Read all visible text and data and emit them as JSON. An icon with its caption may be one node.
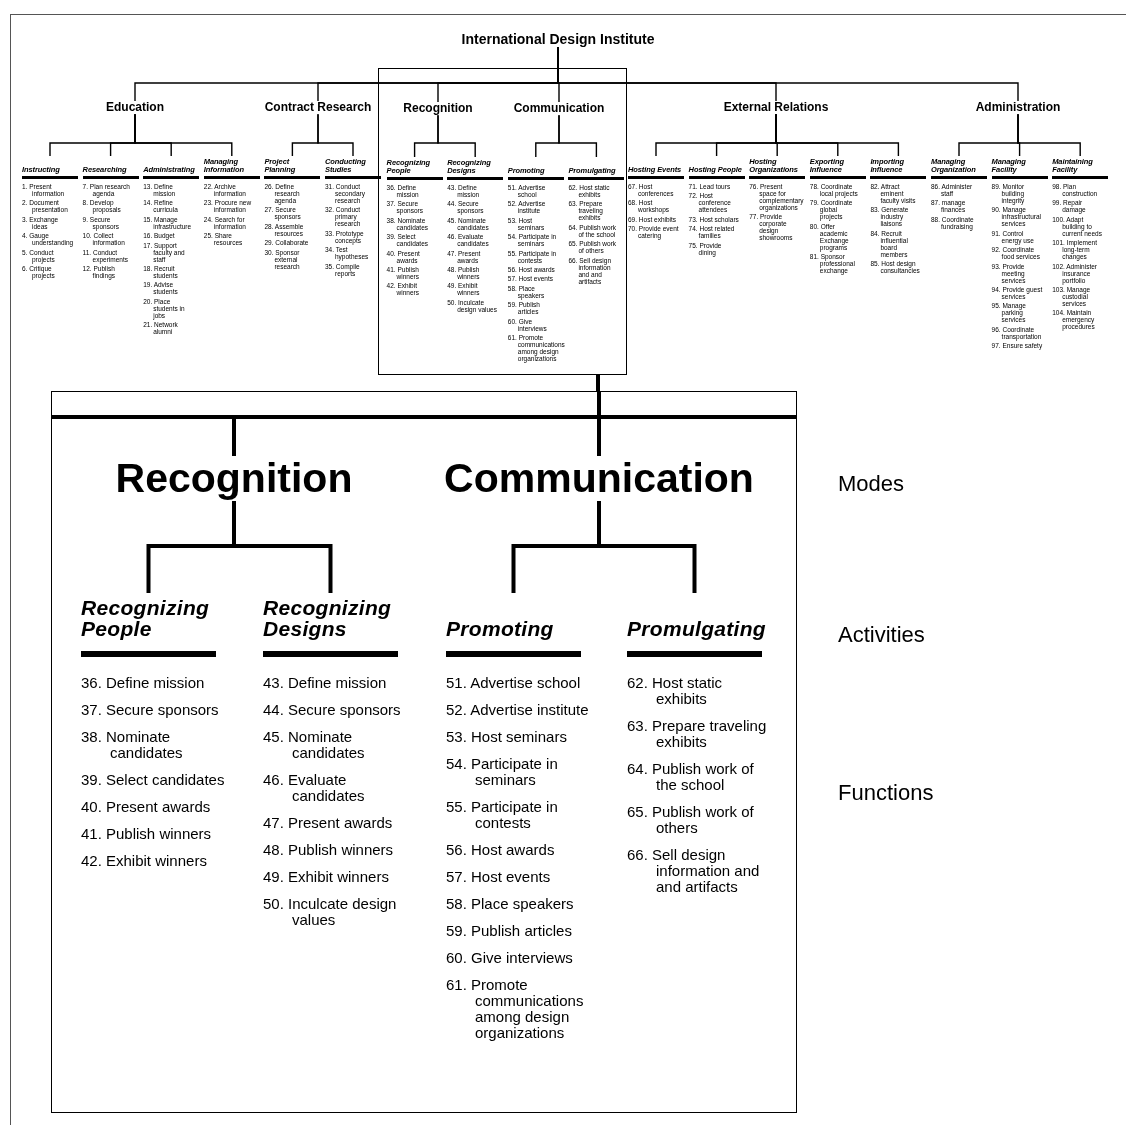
{
  "diagram": {
    "nodes": [
      {
        "text": [
          "International Design Institute"
        ]
      },
      {
        "text": [
          "Education"
        ]
      },
      {
        "text": [
          "Contract Research"
        ]
      },
      {
        "text": [],
        "shape": "box"
      },
      {
        "text": [
          "Recognition"
        ],
        "in": 3
      },
      {
        "text": [
          "Communication"
        ],
        "in": 3
      },
      {
        "text": [
          "External Relations"
        ]
      },
      {
        "text": [
          "Administration"
        ]
      },
      {
        "text": [
          "Instructing"
        ],
        "beside": [
          "1. Present information",
          "2. Document presentation",
          "3. Exchange ideas",
          "4. Gauge understanding",
          "5. Conduct projects",
          "6. Critique projects"
        ]
      },
      {
        "text": [
          "Researching"
        ],
        "beside": [
          "7. Plan research agenda",
          "8. Develop proposals",
          "9. Secure sponsors",
          "10. Collect information",
          "11. Conduct experiments",
          "12. Publish findings"
        ]
      },
      {
        "text": [
          "Administrating"
        ],
        "beside": [
          "13. Define mission",
          "14. Refine curricula",
          "15. Manage infrastructure",
          "16. Budget",
          "17. Support faculty and staff",
          "18. Recruit students",
          "19. Advise students",
          "20. Place students in jobs",
          "21. Network alumni"
        ]
      },
      {
        "text": [
          "Managing Information"
        ],
        "beside": [
          "22. Archive information",
          "23. Procure new information",
          "24. Search for information",
          "25. Share resources"
        ]
      },
      {
        "text": [
          "Project Planning"
        ],
        "beside": [
          "26. Define research agenda",
          "27. Secure sponsors",
          "28. Assemble resources",
          "29. Collaborate",
          "30. Sponsor external research"
        ]
      },
      {
        "text": [
          "Conducting Studies"
        ],
        "beside": [
          "31. Conduct secondary research",
          "32. Conduct primary research",
          "33. Prototype concepts",
          "34. Test hypotheses",
          "35. Compile reports"
        ]
      },
      {
        "text": [
          "Recognizing People"
        ],
        "in": 3,
        "beside": [
          "36. Define mission",
          "37. Secure sponsors",
          "38. Nominate candidates",
          "39. Select candidates",
          "40. Present awards",
          "41. Publish winners",
          "42. Exhibit winners"
        ]
      },
      {
        "text": [
          "Recognizing Designs"
        ],
        "in": 3,
        "beside": [
          "43. Define mission",
          "44. Secure sponsors",
          "45. Nominate candidates",
          "46. Evaluate candidates",
          "47. Present awards",
          "48. Publish winners",
          "49. Exhibit winners",
          "50. Inculcate design values"
        ]
      },
      {
        "text": [
          "Promoting"
        ],
        "in": 3,
        "beside": [
          "51. Advertise school",
          "52. Advertise institute",
          "53. Host seminars",
          "54. Participate in seminars",
          "55. Participate in contests",
          "56. Host awards",
          "57. Host events",
          "58. Place speakers",
          "59. Publish articles",
          "60. Give interviews",
          "61. Promote communications among design organizations"
        ]
      },
      {
        "text": [
          "Promulgating"
        ],
        "in": 3,
        "beside": [
          "62. Host static exhibits",
          "63. Prepare traveling exhibits",
          "64. Publish work of the school",
          "65. Publish work of others",
          "66. Sell design information and and artifacts"
        ]
      },
      {
        "text": [
          "Hosting Events"
        ],
        "beside": [
          "67. Host conferences",
          "68. Host workshops",
          "69. Host exhibits",
          "70. Provide event catering"
        ]
      },
      {
        "text": [
          "Hosting People"
        ],
        "beside": [
          "71. Lead tours",
          "72. Host conference attendees",
          "73. Host scholars",
          "74. Host related families",
          "75. Provide dining"
        ]
      },
      {
        "text": [
          "Hosting Organizations"
        ],
        "beside": [
          "76. Present space for complementary organizations",
          "77. Provide corporate design showrooms"
        ]
      },
      {
        "text": [
          "Exporting Influence"
        ],
        "beside": [
          "78. Coordinate local projects",
          "79. Coordinate global projects",
          "80. Offer academic Exchange programs",
          "81. Sponsor professional exchange"
        ]
      },
      {
        "text": [
          "Importing Influence"
        ],
        "beside": [
          "82. Attract eminent faculty visits",
          "83. Generate industry liaisons",
          "84. Recruit influential board members",
          "85. Host design consultancies"
        ]
      },
      {
        "text": [
          "Managing Organization"
        ],
        "beside": [
          "86. Administer staff",
          "87. manage finances",
          "88. Coordinate fundraising"
        ]
      },
      {
        "text": [
          "Managing Facility"
        ],
        "beside": [
          "89. Monitor building integrity",
          "90. Manage infrastructural services",
          "91. Control energy use",
          "92. Coordinate food services",
          "93. Provide meeting services",
          "94. Provide guest services",
          "95. Manage parking services",
          "96. Coordinate transportation",
          "97. Ensure safety"
        ]
      },
      {
        "text": [
          "Maintaining Facility"
        ],
        "beside": [
          "98. Plan construction",
          "99. Repair damage",
          "100. Adapt building to current needs",
          "101. Implement long-term changes",
          "102. Administer insurance portfolio",
          "103. Manage custodial services",
          "104. Maintain emergency procedures"
        ]
      },
      {
        "text": [],
        "shape": "box"
      },
      {
        "text": [
          "Recognition"
        ],
        "in": 26
      },
      {
        "text": [
          "Communication"
        ],
        "in": 26
      },
      {
        "text": [
          "Recognizing People"
        ],
        "in": 26,
        "beside": [
          "36. Define mission",
          "37. Secure sponsors",
          "38. Nominate candidates",
          "39. Select candidates",
          "40. Present awards",
          "41. Publish winners",
          "42. Exhibit winners"
        ]
      },
      {
        "text": [
          "Recognizing Designs"
        ],
        "in": 26,
        "beside": [
          "43. Define mission",
          "44. Secure sponsors",
          "45. Nominate candidates",
          "46. Evaluate candidates",
          "47. Present awards",
          "48. Publish winners",
          "49. Exhibit winners",
          "50. Inculcate design values"
        ]
      },
      {
        "text": [
          "Promoting"
        ],
        "in": 26,
        "beside": [
          "51. Advertise school",
          "52. Advertise institute",
          "53. Host seminars",
          "54. Participate in seminars",
          "55. Participate in contests",
          "56. Host awards",
          "57. Host events",
          "58. Place speakers",
          "59. Publish articles",
          "60. Give interviews",
          "61. Promote communications among design organizations"
        ]
      },
      {
        "text": [
          "Promulgating"
        ],
        "in": 26,
        "beside": [
          "62. Host static exhibits",
          "63. Prepare traveling exhibits",
          "64. Publish work of the school",
          "65. Publish work of others",
          "66. Sell design information and and artifacts"
        ]
      }
    ],
    "edges": [
      {
        "from": 0,
        "to": 1,
        "arrow": "none"
      },
      {
        "from": 0,
        "to": 2,
        "arrow": "none"
      },
      {
        "from": 0,
        "to": 4,
        "arrow": "none"
      },
      {
        "from": 0,
        "to": 5,
        "arrow": "none"
      },
      {
        "from": 0,
        "to": 6,
        "arrow": "none"
      },
      {
        "from": 0,
        "to": 7,
        "arrow": "none"
      },
      {
        "from": 1,
        "to": 8,
        "arrow": "none"
      },
      {
        "from": 1,
        "to": 9,
        "arrow": "none"
      },
      {
        "from": 1,
        "to": 10,
        "arrow": "none"
      },
      {
        "from": 1,
        "to": 11,
        "arrow": "none"
      },
      {
        "from": 2,
        "to": 12,
        "arrow": "none"
      },
      {
        "from": 2,
        "to": 13,
        "arrow": "none"
      },
      {
        "from": 4,
        "to": 14,
        "arrow": "none"
      },
      {
        "from": 4,
        "to": 15,
        "arrow": "none"
      },
      {
        "from": 5,
        "to": 16,
        "arrow": "none"
      },
      {
        "from": 5,
        "to": 17,
        "arrow": "none"
      },
      {
        "from": 6,
        "to": 18,
        "arrow": "none"
      },
      {
        "from": 6,
        "to": 19,
        "arrow": "none"
      },
      {
        "from": 6,
        "to": 20,
        "arrow": "none"
      },
      {
        "from": 6,
        "to": 21,
        "arrow": "none"
      },
      {
        "from": 6,
        "to": 22,
        "arrow": "none"
      },
      {
        "from": 7,
        "to": 23,
        "arrow": "none"
      },
      {
        "from": 7,
        "to": 24,
        "arrow": "none"
      },
      {
        "from": 7,
        "to": 25,
        "arrow": "none"
      },
      {
        "from": 3,
        "to": 26,
        "arrow": "none",
        "style": "thick"
      },
      {
        "from": null,
        "to": 27,
        "arrow": "none",
        "style": "thick"
      },
      {
        "from": null,
        "to": 28,
        "arrow": "none",
        "style": "thick"
      },
      {
        "from": 27,
        "to": 29,
        "arrow": "none",
        "style": "thick"
      },
      {
        "from": 27,
        "to": 30,
        "arrow": "none",
        "style": "thick"
      },
      {
        "from": 28,
        "to": 31,
        "arrow": "none",
        "style": "thick"
      },
      {
        "from": 28,
        "to": 32,
        "arrow": "none",
        "style": "thick"
      }
    ],
    "labels": [
      "Modes",
      "Activities",
      "Functions"
    ]
  }
}
